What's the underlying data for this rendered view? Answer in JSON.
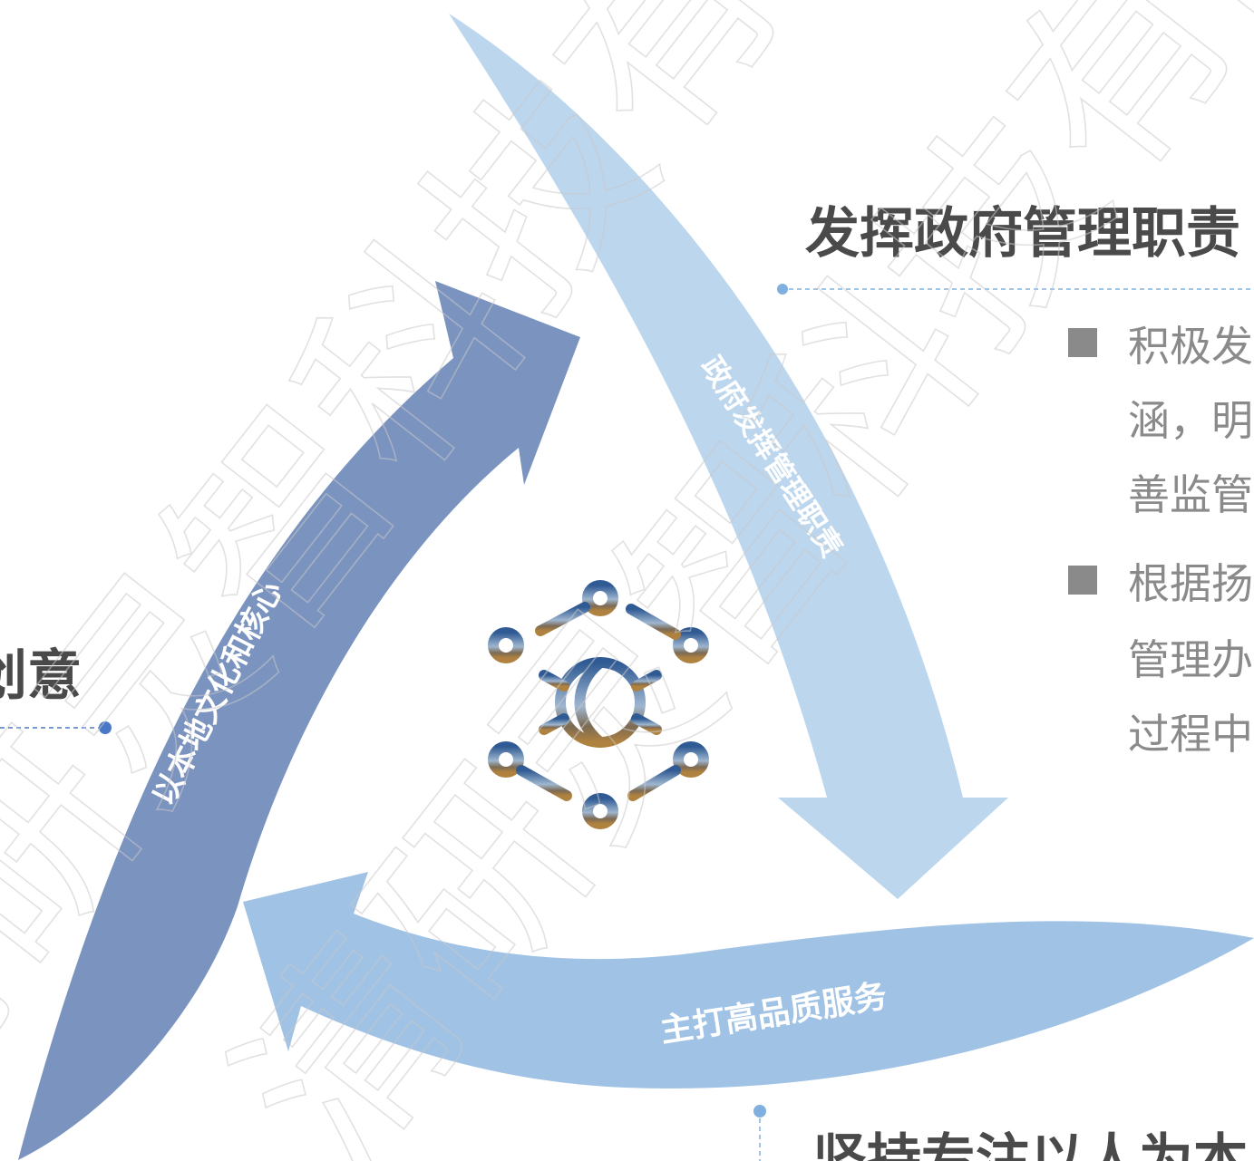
{
  "colors": {
    "arrow_left": "#7b93bf",
    "arrow_top_right": "#bcd6ee",
    "arrow_bottom": "#9fc2e5",
    "heading_text": "#4a4a4a",
    "body_text": "#8a8a8a",
    "bullet": "#8a8a8a",
    "leader_dot": "#4a78c6",
    "leader_dot_light": "#7fb0e0"
  },
  "arrows": {
    "left_label": "以本地文化和核心",
    "top_right_label": "政府发挥管理职责",
    "bottom_label": "主打高品质服务"
  },
  "center_icon": "globe-network-icon",
  "right_block": {
    "heading": "发挥政府管理职责",
    "bullets": [
      {
        "lines": [
          "积极发",
          "涵，明",
          "善监管"
        ]
      },
      {
        "lines": [
          "根据扬",
          "管理办",
          "过程中"
        ]
      }
    ]
  },
  "left_block": {
    "heading_fragment": "创意"
  },
  "bottom_block": {
    "heading_fragment": "坚持专注以人为本"
  },
  "watermark": {
    "text": "清研灵智科技有限公司"
  }
}
